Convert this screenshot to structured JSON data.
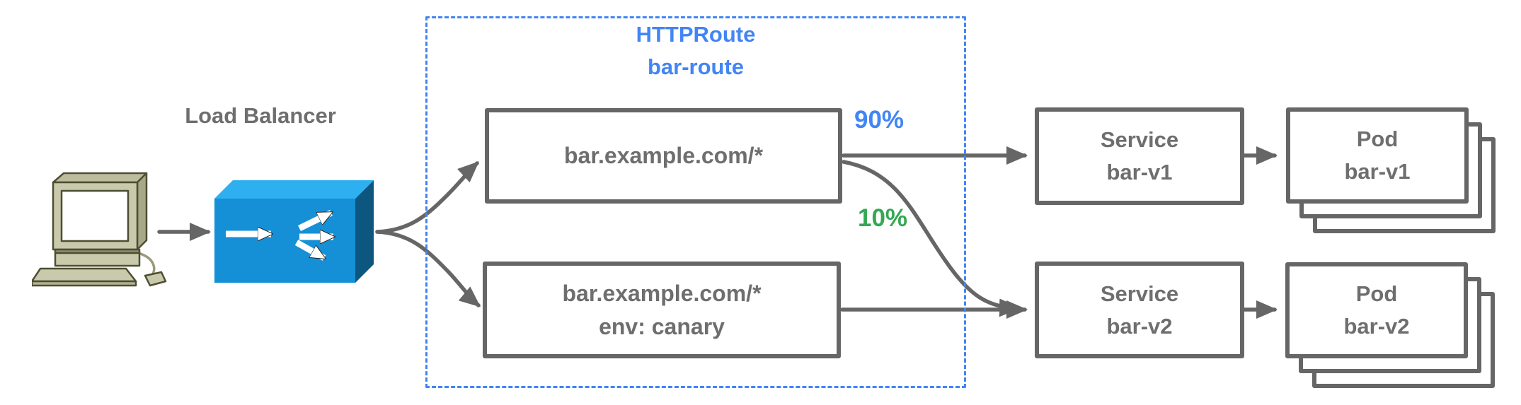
{
  "diagram": {
    "load_balancer_label": "Load Balancer",
    "httproute": {
      "title": "HTTPRoute",
      "name": "bar-route",
      "rule_primary": {
        "match": "bar.example.com/*"
      },
      "rule_canary": {
        "match": "bar.example.com/*",
        "header_match": "env: canary"
      }
    },
    "weights": {
      "primary": "90%",
      "canary": "10%"
    },
    "service_v1": {
      "kind": "Service",
      "name": "bar-v1"
    },
    "service_v2": {
      "kind": "Service",
      "name": "bar-v2"
    },
    "pod_v1": {
      "kind": "Pod",
      "name": "bar-v1"
    },
    "pod_v2": {
      "kind": "Pod",
      "name": "bar-v2"
    },
    "colors": {
      "accent_blue": "#4285f4",
      "accent_green": "#34a853",
      "line_gray": "#666666",
      "text_gray": "#6e6e6e",
      "lb_front_blue": "#1590d6",
      "lb_top_blue": "#2eb0f0",
      "lb_side_blue": "#0d5680",
      "computer_beige": "#c9c9ab"
    }
  }
}
